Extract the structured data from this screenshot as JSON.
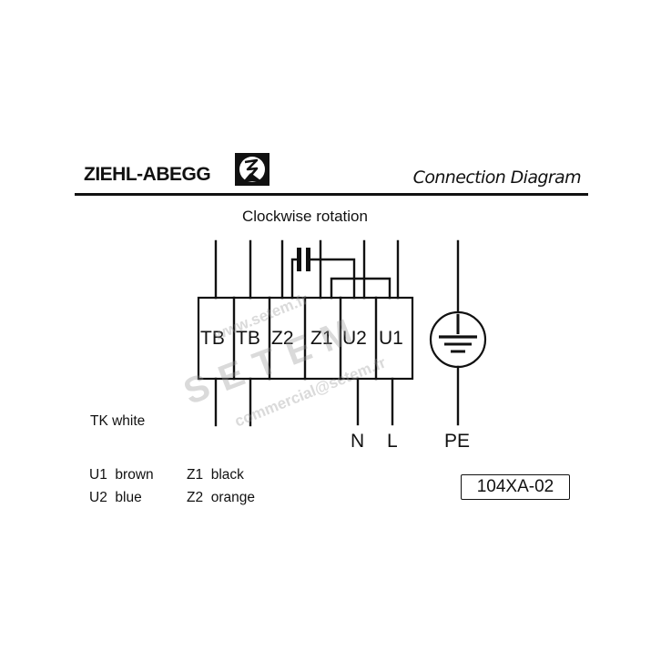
{
  "header": {
    "brand": "ZIEHL-ABEGG",
    "logo_icon": "ziehl-abegg-logo-icon",
    "title": "Connection Diagram"
  },
  "diagram": {
    "subtitle": "Clockwise rotation",
    "terminals": [
      {
        "label": "TB"
      },
      {
        "label": "TB"
      },
      {
        "label": "Z2"
      },
      {
        "label": "Z1"
      },
      {
        "label": "U2"
      },
      {
        "label": "U1"
      }
    ],
    "earth_icon": "protective-earth-icon",
    "capacitor_icon": "capacitor-icon",
    "supply_labels": {
      "n": "N",
      "l": "L",
      "pe": "PE"
    },
    "tk_label": "TK white"
  },
  "legend": {
    "u1": "U1  brown",
    "u2": "U2  blue",
    "z1": "Z1  black",
    "z2": "Z2  orange"
  },
  "model_code": "104XA-02",
  "watermark": {
    "line1": "www.setem.fr",
    "line2": "SETEM",
    "line3": "commercial@setem.fr"
  }
}
